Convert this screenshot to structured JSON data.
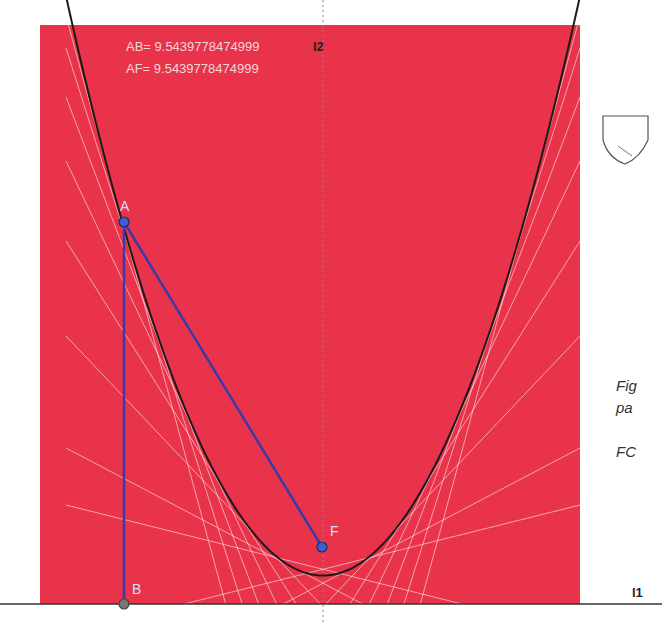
{
  "diagram": {
    "labels": [
      "AB= 9.5439778474999",
      "AF= 9.5439778474999",
      "A",
      "F",
      "B",
      "l2",
      "l1",
      "Fig",
      "pa",
      "FC"
    ]
  }
}
